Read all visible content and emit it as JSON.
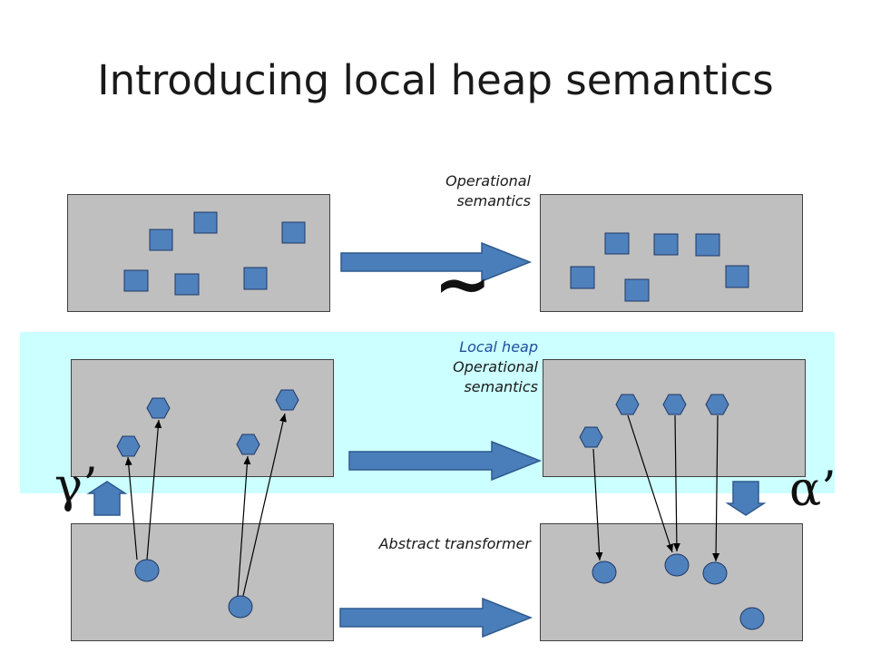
{
  "title": "Introducing local heap semantics",
  "labels": {
    "operational_line1": "Operational",
    "operational_line2": "semantics",
    "local_heap_line1": "Local heap",
    "local_heap_line2": "Operational",
    "local_heap_line3": "semantics",
    "abstract_transformer": "Abstract transformer"
  },
  "symbols": {
    "tilde": "~",
    "gamma_prime": "γ’",
    "alpha_prime": "α’"
  },
  "colors": {
    "band": "#ccffff",
    "panel": "#bfbfbf",
    "shape_fill": "#4f81bd",
    "arrow_fill": "#4a7ebb",
    "label_blue": "#1f4e9f"
  }
}
